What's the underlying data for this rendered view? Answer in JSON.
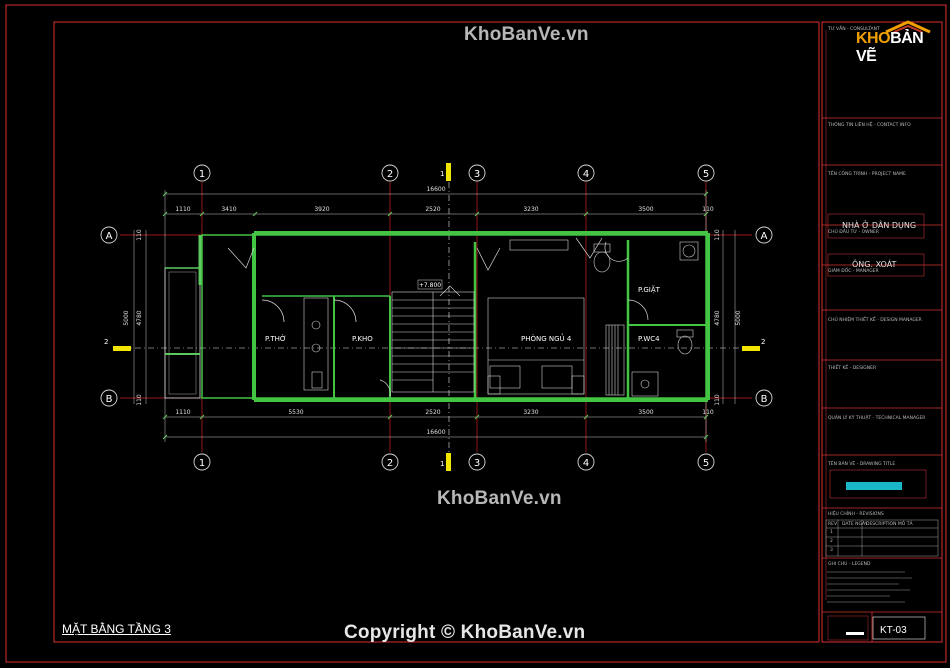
{
  "watermark": "KhoBanVe.vn",
  "copyright": "Copyright © KhoBanVe.vn",
  "drawing_title": "MẶT BẰNG TẦNG 3",
  "rooms": {
    "tho": "P.THỜ",
    "kho": "P.KHO",
    "ngu": "PHÒNG NGỦ 4",
    "giat": "P.GIẶT",
    "wc": "P.WC4"
  },
  "level_mark": "+7.800",
  "grid": {
    "cols": [
      "1",
      "2",
      "3",
      "4",
      "5"
    ],
    "rows": [
      "A",
      "B"
    ],
    "section": [
      "1",
      "2"
    ]
  },
  "dims_top": [
    "1110",
    "3410",
    "3920",
    "2520",
    "3230",
    "3500",
    "110"
  ],
  "dims_bottom": [
    "1110",
    "5530",
    "2520",
    "3230",
    "3500",
    "110"
  ],
  "dim_total": "16600",
  "dims_side": {
    "left_outer": "5000",
    "left_inner": "4780",
    "right_inner": "4780",
    "right_outer": "5000",
    "small": "110"
  },
  "title_block": {
    "logo": {
      "a": "KHO",
      "b": "BẢN VẼ"
    },
    "h_consultant": "TƯ VẤN - CONSULTANT",
    "h_contact": "THÔNG TIN LIÊN HỆ - CONTACT INFO",
    "h_project": "TÊN CÔNG TRÌNH - PROJECT NAME",
    "project": "NHÀ Ở DÂN DỤNG",
    "h_owner": "CHỦ ĐẦU TƯ - OWNER",
    "owner": "ÔNG. XOÁT",
    "h_manager": "GIÁM ĐỐC - MANAGER",
    "h_design_lead": "CHỦ NHIỆM THIẾT KẾ - DESIGN MANAGER",
    "h_designer": "THIẾT KẾ - DESIGNER",
    "h_tech": "QUẢN LÝ KỸ THUẬT - TECHNICAL MANAGER",
    "h_drawing": "TÊN BẢN VẼ - DRAWING TITLE",
    "h_revision": "HIỆU CHỈNH - REVISIONS",
    "rev_cols": [
      "REV",
      "DATE NGÀY",
      "DESCRIPTION MÔ TẢ"
    ],
    "rev_rows": [
      "1",
      "2",
      "3"
    ],
    "h_legend": "GHI CHÚ - LEGEND",
    "sheet": "KT-03"
  }
}
